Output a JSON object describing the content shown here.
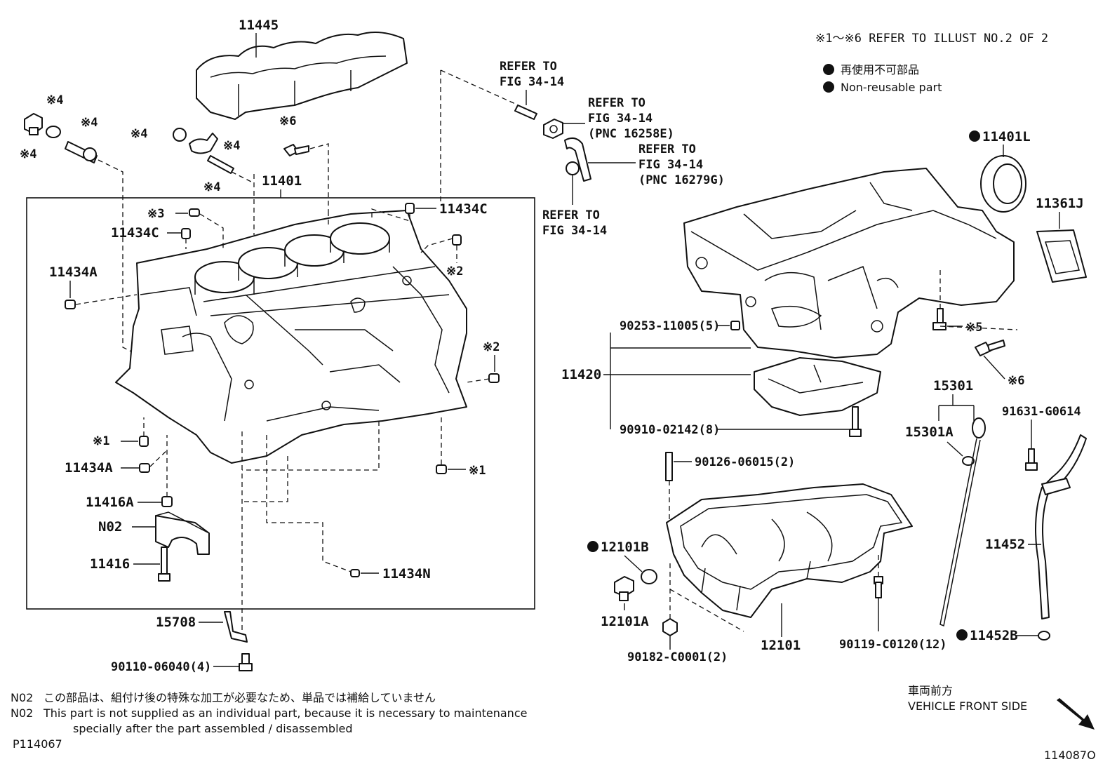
{
  "header": {
    "refer_note": "※1～※6 REFER TO ILLUST NO.2 OF 2",
    "legend_jp": "再使用不可部品",
    "legend_en": "Non-reusable part"
  },
  "labels": {
    "p11445": "11445",
    "p11401": "11401",
    "p11434C_a": "11434C",
    "p11434C_b": "11434C",
    "p11434A_a": "11434A",
    "p11434A_b": "11434A",
    "p11416A": "11416A",
    "n02": "N02",
    "p11416": "11416",
    "p11434N": "11434N",
    "p15708": "15708",
    "p90110": "90110-06040(4)",
    "p11401L": "11401L",
    "p11361J": "11361J",
    "p90253": "90253-11005(5)",
    "p11420": "11420",
    "p90910": "90910-02142(8)",
    "p15301": "15301",
    "p15301A": "15301A",
    "p91631": "91631-G0614",
    "p90126": "90126-06015(2)",
    "p12101B": "12101B",
    "p12101A": "12101A",
    "p90182": "90182-C0001(2)",
    "p12101": "12101",
    "p90119": "90119-C0120(12)",
    "p11452": "11452",
    "p11452B": "11452B"
  },
  "marks": {
    "m4a": "※4",
    "m4b": "※4",
    "m4c": "※4",
    "m4d": "※4",
    "m4e": "※4",
    "m4f": "※4",
    "m6a": "※6",
    "m3": "※3",
    "m2a": "※2",
    "m2b": "※2",
    "m1a": "※1",
    "m1b": "※1",
    "m5": "※5",
    "m6b": "※6"
  },
  "refers": {
    "r1_l1": "REFER TO",
    "r1_l2": "FIG 34-14",
    "r2_l1": "REFER TO",
    "r2_l2": "FIG 34-14",
    "r2_l3": "(PNC 16258E)",
    "r3_l1": "REFER TO",
    "r3_l2": "FIG 34-14",
    "r3_l3": "(PNC 16279G)",
    "r4_l1": "REFER TO",
    "r4_l2": "FIG 34-14"
  },
  "footer": {
    "n02_jp_code": "N02",
    "n02_jp_text": "この部品は、組付け後の特殊な加工が必要なため、単品では補給していません",
    "n02_en_code": "N02",
    "n02_en_line1": "This part is not supplied as an individual part, because it is necessary to maintenance",
    "n02_en_line2": "specially after the part assembled / disassembled",
    "illus_no_left": "P114067",
    "front_jp": "車両前方",
    "front_en": "VEHICLE FRONT SIDE",
    "illus_no_right": "114087O"
  }
}
